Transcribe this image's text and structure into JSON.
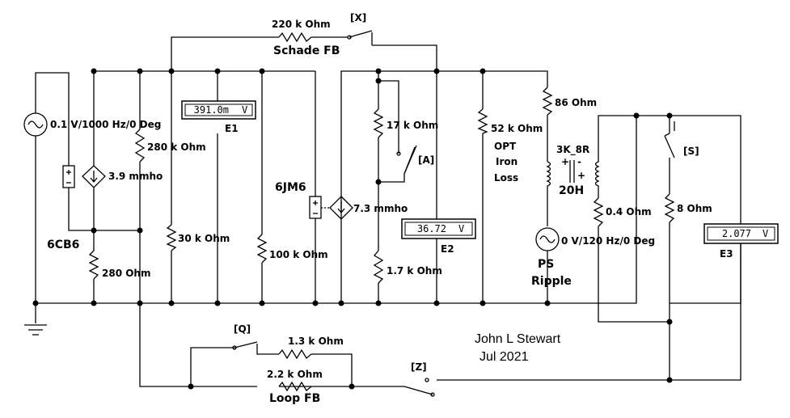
{
  "tubes": {
    "input": "6CB6",
    "output": "6JM6"
  },
  "source": {
    "signal": "0.1 V/1000 Hz/0 Deg",
    "ripple": "0 V/120 Hz/0 Deg",
    "ripple_name_1": "PS",
    "ripple_name_2": "Ripple"
  },
  "gm": {
    "tube1": "3.9 mmho",
    "tube2": "7.3 mmho"
  },
  "resistors": {
    "r_fb_schade": "220 k Ohm",
    "r_280k": "280 k Ohm",
    "r_cath": "280  Ohm",
    "r_30k": "30 k Ohm",
    "r_100k": "100 k Ohm",
    "r_17k": "17 k Ohm",
    "r_1_7k": "1.7 k Ohm",
    "r_52k": "52 k Ohm",
    "r_86": "86  Ohm",
    "r_0_4": "0.4  Ohm",
    "r_8": "8  Ohm",
    "r_1_3k": "1.3 k Ohm",
    "r_2_2k": "2.2 k Ohm"
  },
  "labels": {
    "schade": "Schade FB",
    "loop": "Loop FB",
    "opt_1": "OPT",
    "opt_2": "Iron",
    "opt_3": "Loss",
    "xfmr": "3K_8R",
    "xfmr_l": "20H",
    "author": "John L Stewart",
    "date": "Jul 2021"
  },
  "switches": {
    "x": "[X]",
    "a": "[A]",
    "s": "[S]",
    "q": "[Q]",
    "z": "[Z]"
  },
  "meters": {
    "e1": {
      "name": "E1",
      "value": "391.0m",
      "unit": "V"
    },
    "e2": {
      "name": "E2",
      "value": "36.72",
      "unit": "V"
    },
    "e3": {
      "name": "E3",
      "value": "2.077",
      "unit": "V"
    }
  },
  "xfmr_dots": {
    "plus1": "+",
    "plus2": "+",
    "minus": "-"
  }
}
